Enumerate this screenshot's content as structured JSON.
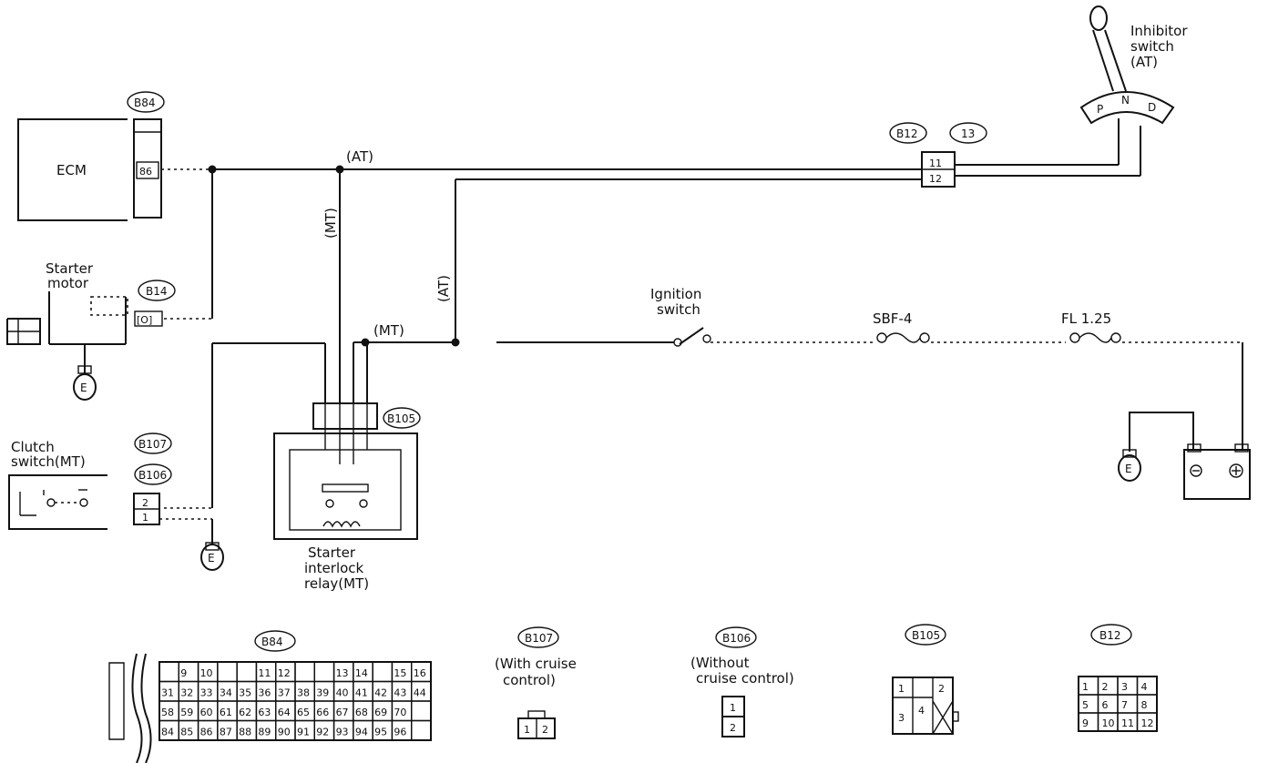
{
  "labels": {
    "ecm": "ECM",
    "ecm_pin": "86",
    "starter_motor_1": "Starter",
    "starter_motor_2": "motor",
    "clutch_switch_1": "Clutch",
    "clutch_switch_2": "switch(MT)",
    "inhibitor_1": "Inhibitor",
    "inhibitor_2": "switch",
    "inhibitor_3": "(AT)",
    "gear_p": "P",
    "gear_n": "N",
    "gear_d": "D",
    "ignition_1": "Ignition",
    "ignition_2": "switch",
    "sbf": "SBF-4",
    "fl": "FL 1.25",
    "relay_1": "Starter",
    "relay_2": "interlock",
    "relay_3": "relay(MT)",
    "at_1": "(AT)",
    "at_2": "(AT)",
    "mt_1": "(MT)",
    "mt_2": "(MT)",
    "ground": "E",
    "b12_pin_11": "11",
    "b12_pin_12": "12",
    "b106_pin_1": "2",
    "b106_pin_2": "1"
  },
  "connectors": {
    "b84": "B84",
    "b14": "B14",
    "b12": "B12",
    "t13": "13",
    "b105": "B105",
    "b107": "B107",
    "b106": "B106"
  },
  "connector_views": {
    "b84_title": "B84",
    "b107_title": "B107",
    "b107_note_1": "(With cruise",
    "b107_note_2": "control)",
    "b106_title": "B106",
    "b106_note_1": "(Without",
    "b106_note_2": "cruise control)",
    "b105_title": "B105",
    "b12_title": "B12",
    "b84_rows": [
      [
        "",
        "9",
        "10",
        "",
        "",
        "11",
        "12",
        "",
        "",
        "13",
        "14",
        "",
        "15",
        "16"
      ],
      [
        "31",
        "32",
        "33",
        "34",
        "35",
        "36",
        "37",
        "38",
        "39",
        "40",
        "41",
        "42",
        "43",
        "44"
      ],
      [
        "58",
        "59",
        "60",
        "61",
        "62",
        "63",
        "64",
        "65",
        "66",
        "67",
        "68",
        "69",
        "70",
        ""
      ],
      [
        "84",
        "85",
        "86",
        "87",
        "88",
        "89",
        "90",
        "91",
        "92",
        "93",
        "94",
        "95",
        "96",
        ""
      ]
    ],
    "b107_pins": [
      "1",
      "2"
    ],
    "b106_pins": [
      "1",
      "2"
    ],
    "b105_pins": [
      "1",
      "3",
      "4",
      "2"
    ],
    "b12_pins": [
      "1",
      "2",
      "3",
      "4",
      "5",
      "6",
      "7",
      "8",
      "9",
      "10",
      "11",
      "12"
    ]
  }
}
